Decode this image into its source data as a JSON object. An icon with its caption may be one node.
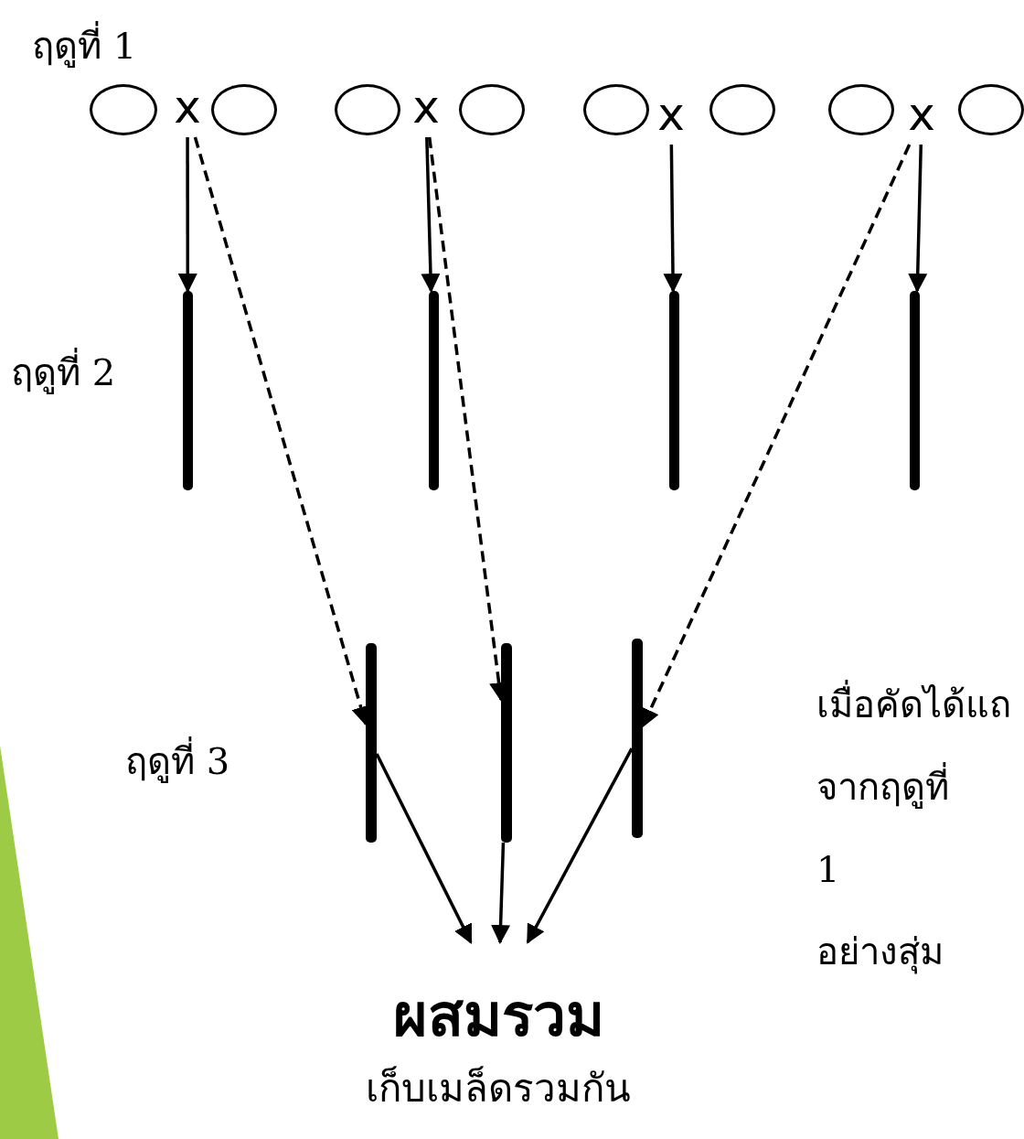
{
  "diagram": {
    "nodes": [
      {
        "text": [],
        "shape": "circle"
      },
      {
        "text": [
          "x"
        ]
      },
      {
        "text": [],
        "shape": "circle"
      },
      {
        "text": [],
        "shape": "circle"
      },
      {
        "text": [
          "x"
        ]
      },
      {
        "text": [],
        "shape": "circle"
      },
      {
        "text": [],
        "shape": "circle"
      },
      {
        "text": [
          "x"
        ]
      },
      {
        "text": [],
        "shape": "circle"
      },
      {
        "text": [],
        "shape": "circle"
      },
      {
        "text": [
          "x"
        ]
      },
      {
        "text": [],
        "shape": "circle"
      },
      {
        "text": [],
        "shape": "bar"
      },
      {
        "text": [],
        "shape": "bar"
      },
      {
        "text": [],
        "shape": "bar"
      },
      {
        "text": [],
        "shape": "bar"
      },
      {
        "text": [],
        "shape": "bar"
      },
      {
        "text": [],
        "shape": "bar"
      },
      {
        "text": [],
        "shape": "bar"
      },
      {
        "text": [
          "ผสมรวม"
        ],
        "beside": [
          "เก็บเมล็ดรวมกัน"
        ]
      }
    ],
    "edges": [
      {
        "from": 1,
        "to": 12,
        "arrow": "to"
      },
      {
        "from": 1,
        "to": 16,
        "arrow": "to",
        "style": "dashed"
      },
      {
        "from": 4,
        "to": 13,
        "arrow": "to"
      },
      {
        "from": 4,
        "to": 17,
        "arrow": "to",
        "style": "dashed"
      },
      {
        "from": 7,
        "to": 14,
        "arrow": "to"
      },
      {
        "from": 10,
        "to": 15,
        "arrow": "to"
      },
      {
        "from": 10,
        "to": 18,
        "arrow": "to",
        "style": "dashed"
      },
      {
        "from": 16,
        "to": 19,
        "arrow": "to"
      },
      {
        "from": 17,
        "to": 19,
        "arrow": "to"
      },
      {
        "from": 18,
        "to": 19,
        "arrow": "to"
      }
    ],
    "labels": [
      "ฤดูที่ 1",
      "ฤดูที่ 2",
      "ฤดูที่ 3",
      "เมื่อคัดได้แถ จากฤดูที่ 1 อย่างสุ่ม"
    ]
  }
}
